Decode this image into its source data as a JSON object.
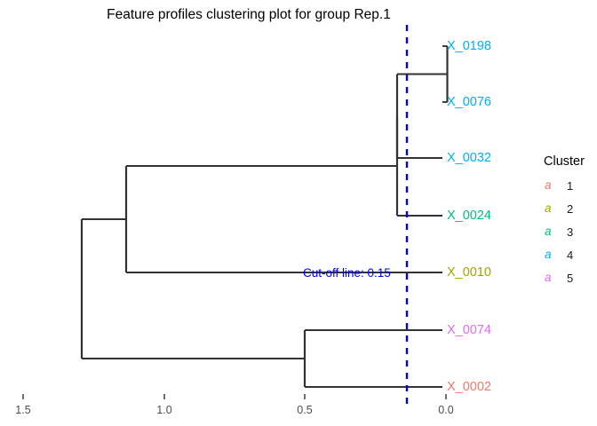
{
  "title": "Feature profiles clustering plot for group Rep.1",
  "cutoff": {
    "label": "Cut-off line: 0.15",
    "value": 0.15,
    "color": "#0000FF",
    "style": "dashed"
  },
  "axis": {
    "ticks": [
      "1.5",
      "1.0",
      "0.5",
      "0.0"
    ],
    "values": [
      1.5,
      1.0,
      0.5,
      0.0
    ],
    "reversed": true,
    "label": ""
  },
  "legend": {
    "title": "Cluster",
    "key_glyph": "a",
    "items": [
      {
        "label": "1",
        "color": "#F8766D"
      },
      {
        "label": "2",
        "color": "#A3A500"
      },
      {
        "label": "3",
        "color": "#00BF7D"
      },
      {
        "label": "4",
        "color": "#00B0F6"
      },
      {
        "label": "5",
        "color": "#E76BF3"
      }
    ]
  },
  "leaves": [
    {
      "label": "X_0198",
      "cluster": 4,
      "color": "#00B0F6"
    },
    {
      "label": "X_0076",
      "cluster": 4,
      "color": "#00B0F6"
    },
    {
      "label": "X_0032",
      "cluster": 4,
      "color": "#00B0F6"
    },
    {
      "label": "X_0024",
      "cluster": 3,
      "color": "#00BF7D"
    },
    {
      "label": "X_0010",
      "cluster": 2,
      "color": "#A3A500"
    },
    {
      "label": "X_0074",
      "cluster": 5,
      "color": "#E76BF3"
    },
    {
      "label": "X_0002",
      "cluster": 1,
      "color": "#F8766D"
    }
  ],
  "chart_data": {
    "type": "dendrogram",
    "title": "Feature profiles clustering plot for group Rep.1",
    "xlabel": "",
    "ylabel": "",
    "xlim": [
      1.5,
      0.0
    ],
    "orientation": "horizontal-right-leaves",
    "grid": false,
    "legend_position": "right",
    "xticks": [
      1.5,
      1.0,
      0.5,
      0.0
    ],
    "cutoff_height": 0.15,
    "leaf_order": [
      "X_0198",
      "X_0076",
      "X_0032",
      "X_0024",
      "X_0010",
      "X_0074",
      "X_0002"
    ],
    "leaf_clusters": [
      4,
      4,
      4,
      3,
      2,
      5,
      1
    ],
    "merges": [
      {
        "id": "n1",
        "children": [
          "X_0198",
          "X_0076"
        ],
        "height": 0.02
      },
      {
        "id": "n2",
        "children": [
          "n1",
          "X_0032"
        ],
        "height": 0.195
      },
      {
        "id": "n3",
        "children": [
          "n2",
          "X_0024"
        ],
        "height": 0.195
      },
      {
        "id": "n4",
        "children": [
          "n3",
          "X_0010"
        ],
        "height": 1.16
      },
      {
        "id": "n5",
        "children": [
          "X_0074",
          "X_0002"
        ],
        "height": 0.5
      },
      {
        "id": "n6",
        "children": [
          "n4",
          "n5"
        ],
        "height": 1.32
      }
    ]
  }
}
